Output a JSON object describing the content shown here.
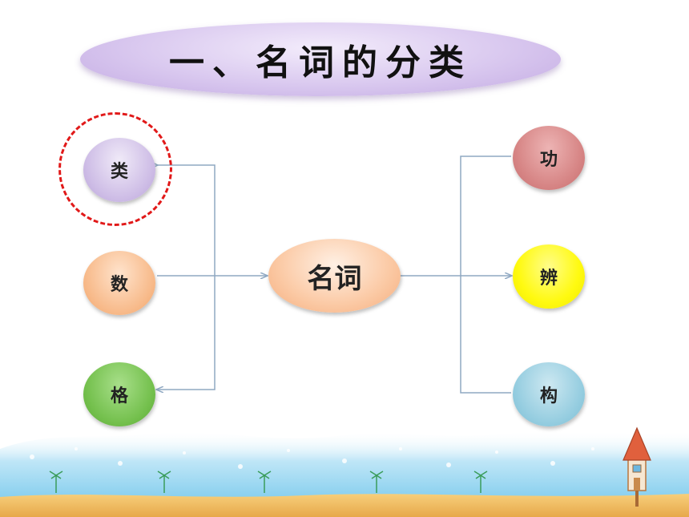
{
  "title": "一、名词的分类",
  "center": "名词",
  "left_nodes": [
    "类",
    "数",
    "格"
  ],
  "right_nodes": [
    "功",
    "辨",
    "构"
  ],
  "colors": {
    "title_pill": "#d9c8ef",
    "center": "#fbc9a4",
    "lei": "#cebde6",
    "shu": "#f7b887",
    "ge": "#74c04d",
    "gong": "#d68484",
    "bian": "#fffa10",
    "gou": "#95cde0",
    "highlight_ring": "#e11919",
    "connector": "#8fa8c2"
  }
}
